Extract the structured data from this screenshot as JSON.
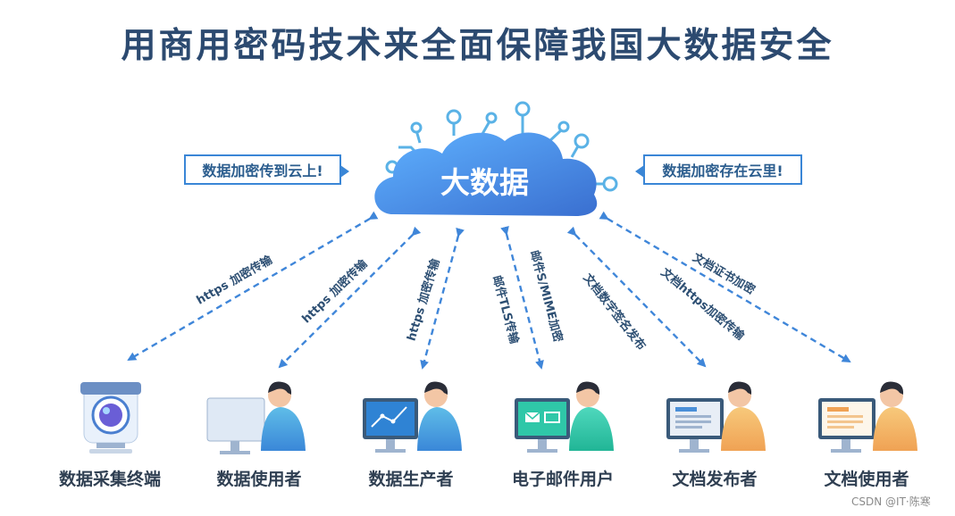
{
  "title": "用商用密码技术来全面保障我国大数据安全",
  "cloud_label": "大数据",
  "callout_left": "数据加密传到云上!",
  "callout_right": "数据加密存在云里!",
  "arrows": [
    {
      "label": "https 加密传输"
    },
    {
      "label": "https 加密传输"
    },
    {
      "label": "https 加密传输"
    },
    {
      "label": "邮件TLS传输"
    },
    {
      "label": "邮件S/MIME加密"
    },
    {
      "label": "文档数字签名发布"
    },
    {
      "label": "文档https加密传输"
    },
    {
      "label": "文档证书加密"
    }
  ],
  "nodes": [
    {
      "label": "数据采集终端",
      "icon": "camera-icon"
    },
    {
      "label": "数据使用者",
      "icon": "user-monitor-icon"
    },
    {
      "label": "数据生产者",
      "icon": "user-chart-icon"
    },
    {
      "label": "电子邮件用户",
      "icon": "user-email-icon"
    },
    {
      "label": "文档发布者",
      "icon": "user-document-icon"
    },
    {
      "label": "文档使用者",
      "icon": "user-document-reader-icon"
    }
  ],
  "watermark": "CSDN @IT·陈寒",
  "colors": {
    "title": "#2c4a70",
    "accent": "#3a86d6",
    "cloud": "#4a90e2",
    "arrow": "#3f86d9"
  }
}
